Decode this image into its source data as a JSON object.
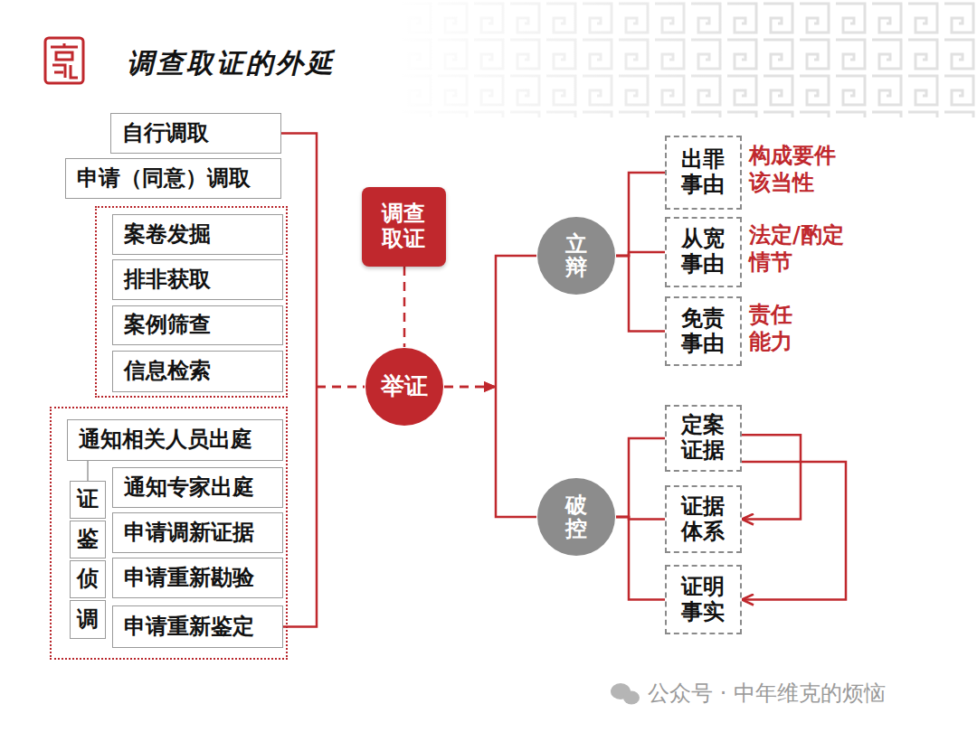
{
  "diagram": {
    "title": "调查取证的外延",
    "nodes": [
      {
        "text": [
          "自行调取"
        ]
      },
      {
        "text": [
          "申请（同意）调取"
        ]
      },
      {
        "text": []
      },
      {
        "text": [
          "案卷发掘"
        ],
        "in": 2
      },
      {
        "text": [
          "排非获取"
        ],
        "in": 2
      },
      {
        "text": [
          "案例筛查"
        ],
        "in": 2
      },
      {
        "text": [
          "信息检索"
        ],
        "in": 2
      },
      {
        "text": []
      },
      {
        "text": [
          "通知相关人员出庭"
        ],
        "in": 7
      },
      {
        "text": [
          "证"
        ],
        "in": 7
      },
      {
        "text": [
          "鉴"
        ],
        "in": 7
      },
      {
        "text": [
          "侦"
        ],
        "in": 7
      },
      {
        "text": [
          "调"
        ],
        "in": 7
      },
      {
        "text": [
          "通知专家出庭"
        ],
        "in": 7
      },
      {
        "text": [
          "申请调新证据"
        ],
        "in": 7
      },
      {
        "text": [
          "申请重新勘验"
        ],
        "in": 7
      },
      {
        "text": [
          "申请重新鉴定"
        ],
        "in": 7
      },
      {
        "text": [
          "调查取证"
        ]
      },
      {
        "text": [
          "举证"
        ]
      },
      {
        "text": [
          "立辩"
        ]
      },
      {
        "text": [
          "破控"
        ]
      },
      {
        "text": [
          "出罪事由"
        ]
      },
      {
        "text": [
          "从宽事由"
        ]
      },
      {
        "text": [
          "免责事由"
        ]
      },
      {
        "text": [
          "定案证据"
        ]
      },
      {
        "text": [
          "证据体系"
        ]
      },
      {
        "text": [
          "证明事实"
        ]
      }
    ],
    "edges": [
      {
        "from": 0,
        "to": 18,
        "arrow": "none"
      },
      {
        "from": 16,
        "to": 18,
        "arrow": "none"
      },
      {
        "from": 8,
        "to": 9,
        "arrow": "none"
      },
      {
        "from": 17,
        "to": 18,
        "arrow": "none"
      },
      {
        "from": 18,
        "to": 19,
        "arrow": "to"
      },
      {
        "from": 18,
        "to": 20,
        "arrow": "to"
      },
      {
        "from": 19,
        "to": 21,
        "arrow": "none"
      },
      {
        "from": 19,
        "to": 22,
        "arrow": "none"
      },
      {
        "from": 19,
        "to": 23,
        "arrow": "none"
      },
      {
        "from": 20,
        "to": 24,
        "arrow": "none"
      },
      {
        "from": 20,
        "to": 25,
        "arrow": "none"
      },
      {
        "from": 20,
        "to": 26,
        "arrow": "none"
      },
      {
        "from": 24,
        "to": 25,
        "arrow": "to"
      },
      {
        "from": 24,
        "to": 26,
        "arrow": "to"
      }
    ],
    "labels": [
      "构成要件 该当性",
      "法定/酌定 情节",
      "责任 能力",
      "公众号 · 中年维克的烦恼"
    ]
  }
}
